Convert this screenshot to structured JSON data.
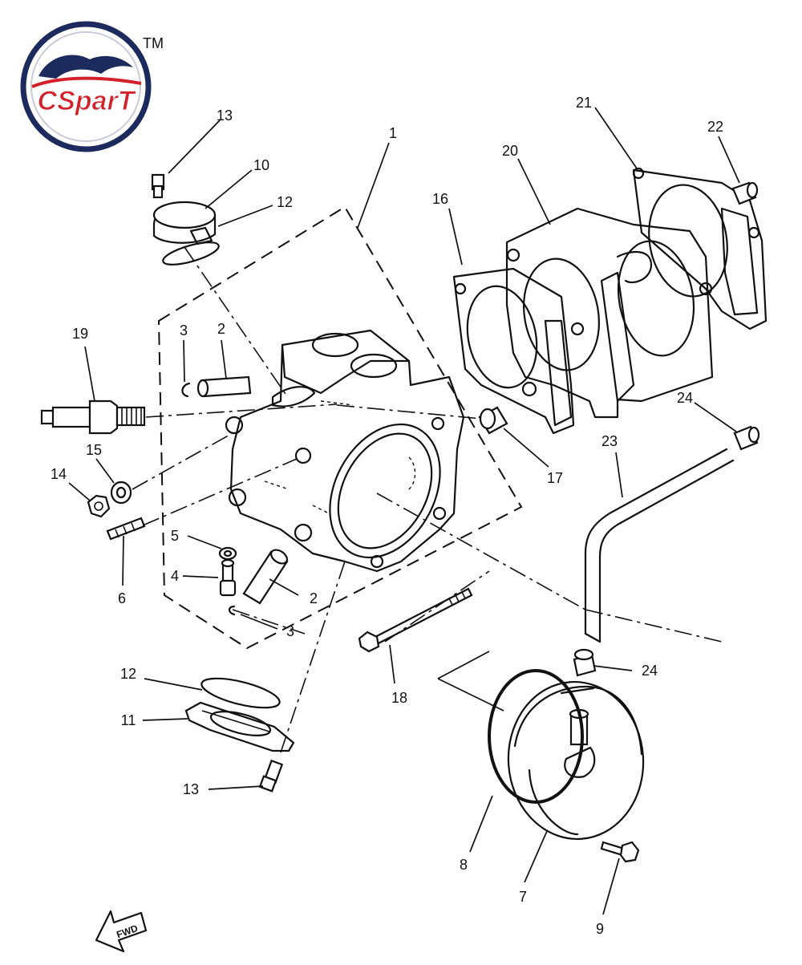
{
  "logo": {
    "text": "CSparT",
    "trademark": "TM",
    "ring_color": "#1c2a5e",
    "text_color": "#d4202a",
    "swoosh_color": "#1c2a5e"
  },
  "fwd_label": "FWD",
  "callouts": {
    "c1": "1",
    "c2a": "2",
    "c2b": "2",
    "c3a": "3",
    "c3b": "3",
    "c4": "4",
    "c5": "5",
    "c6": "6",
    "c7": "7",
    "c8": "8",
    "c9": "9",
    "c10": "10",
    "c11": "11",
    "c12a": "12",
    "c12b": "12",
    "c13a": "13",
    "c13b": "13",
    "c14": "14",
    "c15": "15",
    "c16": "16",
    "c17": "17",
    "c18": "18",
    "c19": "19",
    "c20": "20",
    "c21": "21",
    "c22": "22",
    "c23": "23",
    "c24a": "24",
    "c24b": "24"
  }
}
